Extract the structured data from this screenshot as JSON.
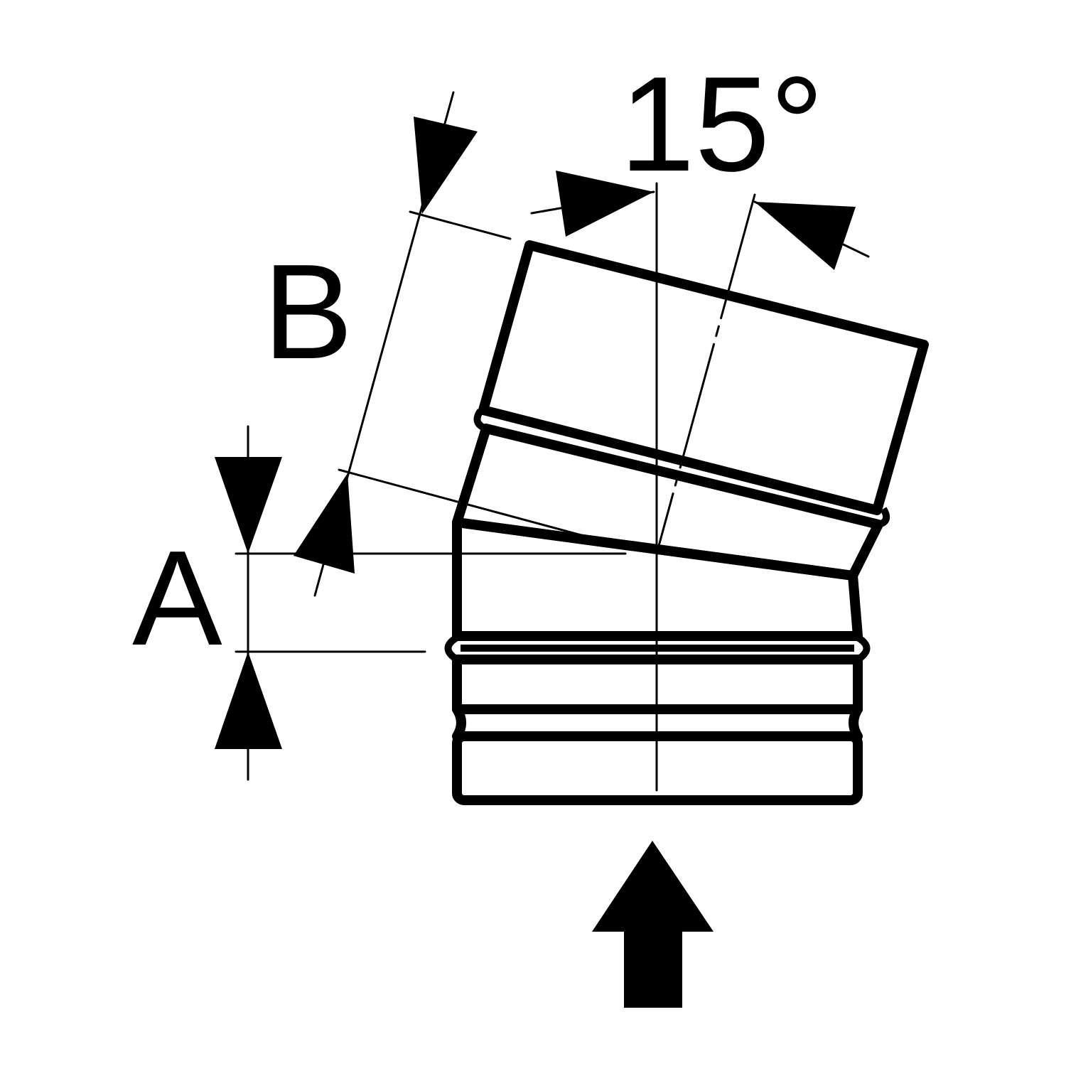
{
  "diagram": {
    "angle_label": "15°",
    "dimension_a_label": "A",
    "dimension_b_label": "B",
    "colors": {
      "line": "#000000",
      "background": "#ffffff"
    }
  }
}
